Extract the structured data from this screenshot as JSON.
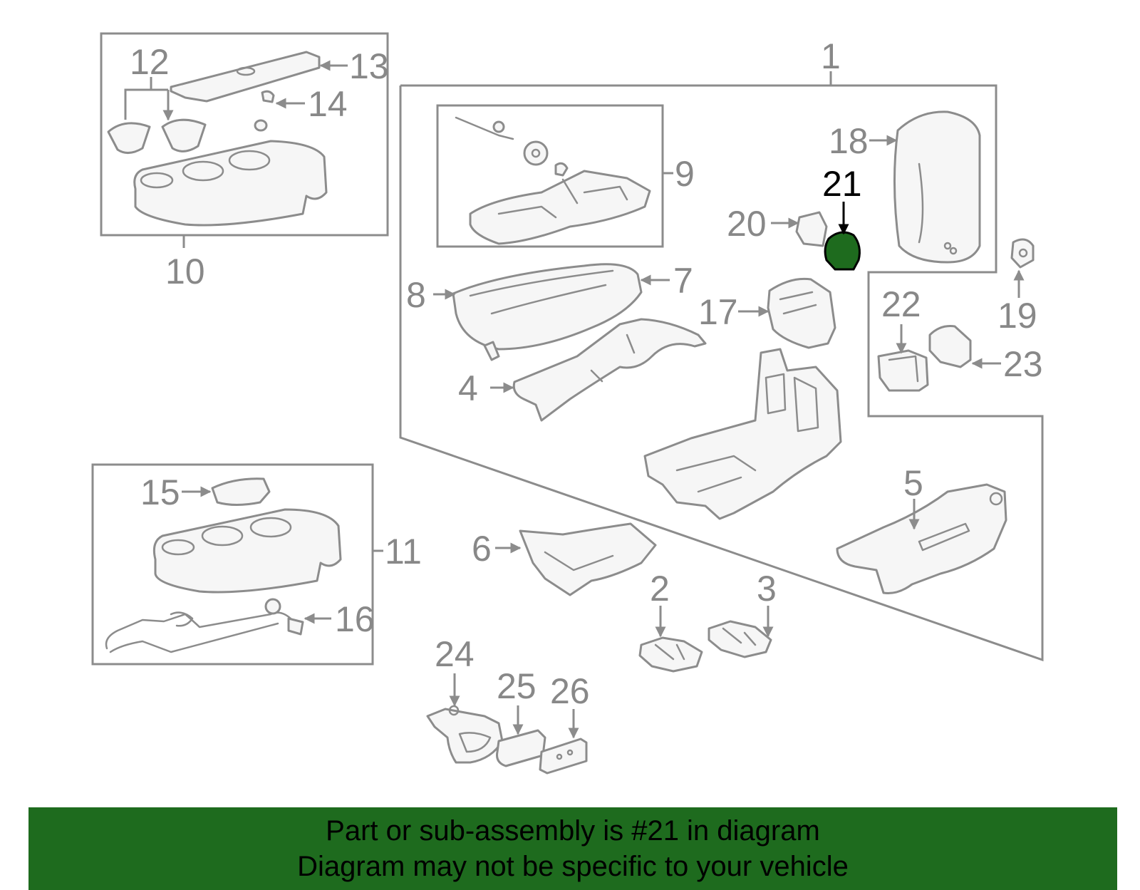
{
  "diagram": {
    "highlight_color": "#1e6b1e",
    "line_color": "#8c8c8c",
    "labels": [
      "1",
      "2",
      "3",
      "4",
      "5",
      "6",
      "7",
      "8",
      "9",
      "10",
      "11",
      "12",
      "13",
      "14",
      "15",
      "16",
      "17",
      "18",
      "19",
      "20",
      "21",
      "22",
      "23",
      "24",
      "25",
      "26"
    ],
    "highlighted_part": "21"
  },
  "banner": {
    "line1": "Part or sub-assembly is #21 in diagram",
    "line2": "Diagram may not be specific to your vehicle",
    "background": "#1e6b1e"
  }
}
